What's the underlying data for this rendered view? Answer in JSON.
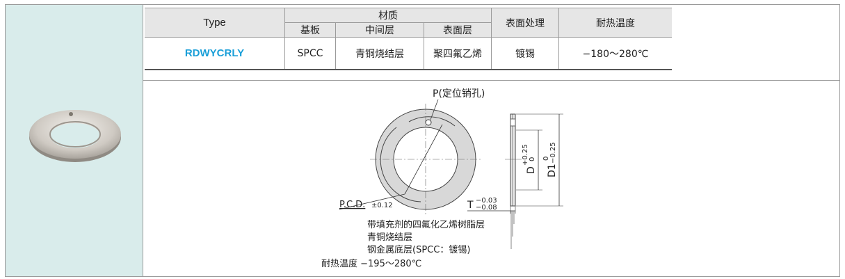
{
  "table": {
    "headers": {
      "type": "Type",
      "material": "材质",
      "substrate": "基板",
      "middle_layer": "中间层",
      "surface_layer": "表面层",
      "surface_treatment": "表面处理",
      "heat_resistance": "耐热温度"
    },
    "row": {
      "type": "RDWYCRLY",
      "substrate": "SPCC",
      "middle_layer": "青铜烧结层",
      "surface_layer": "聚四氟乙烯",
      "surface_treatment": "镀锡",
      "heat_resistance": "−180～280℃"
    },
    "type_color": "#1a9fd8"
  },
  "drawing": {
    "p_label": "P(定位销孔)",
    "pcd_label": "P.C.D.",
    "pcd_tol": "±0.12",
    "t_label": "T",
    "t_tol_upper": "−0.03",
    "t_tol_lower": "−0.08",
    "d_label": "D",
    "d_tol_upper": "+0.25",
    "d_tol_lower": "0",
    "d1_label": "D1",
    "d1_tol_upper": "0",
    "d1_tol_lower": "−0.25",
    "notes": {
      "layer1": "带填充剂的四氟化乙烯树脂层",
      "layer2": "青铜烧结层",
      "layer3": "钢金属底层(SPCC：镀锡)",
      "heat": "耐热温度 −195～280℃"
    }
  },
  "colors": {
    "panel_bg": "#d9eceb",
    "header_bg": "#e6e6e6",
    "border": "#9a9a9a"
  }
}
